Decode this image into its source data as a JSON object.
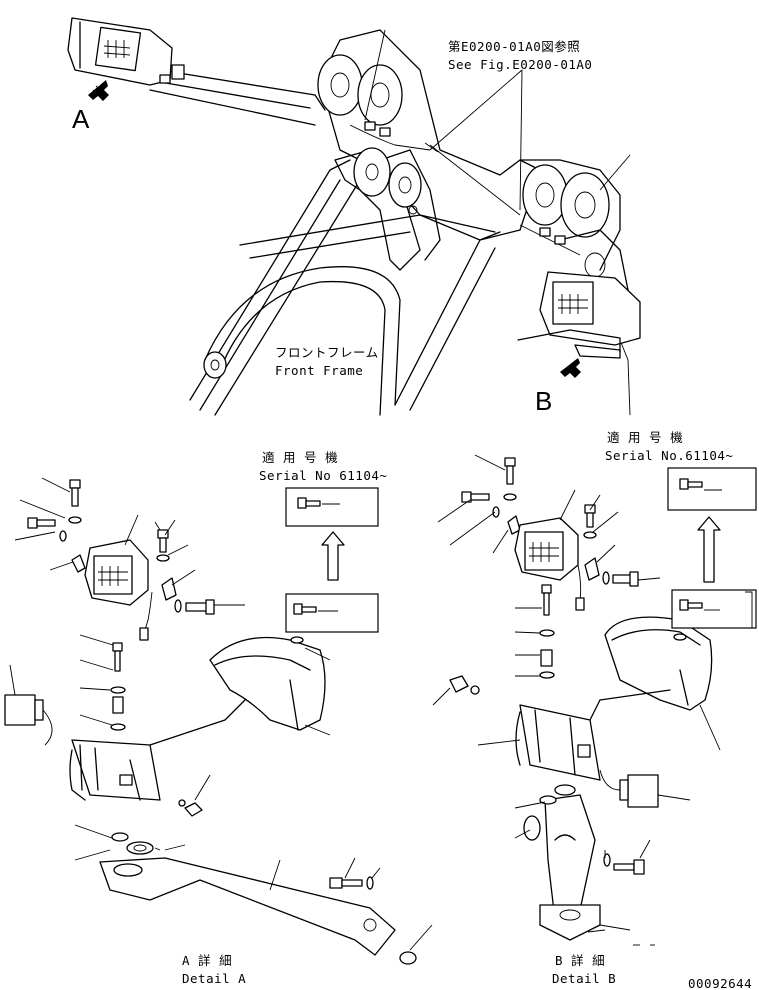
{
  "diagram": {
    "ref_note_jp": "第E0200-01A0図参照",
    "ref_note_en": "See Fig.E0200-01A0",
    "view_a_label": "A",
    "view_b_label": "B",
    "front_frame_jp": "フロントフレーム",
    "front_frame_en": "Front Frame",
    "detail_a": {
      "applicable_jp": "適 用 号 機",
      "serial": "Serial No 61104~",
      "title_jp": "A 詳 細",
      "title_en": "Detail A"
    },
    "detail_b": {
      "applicable_jp": "適 用 号 機",
      "serial": "Serial No.61104~",
      "title_jp": "B 詳 細",
      "title_en": "Detail B"
    },
    "drawing_number": "00092644"
  }
}
